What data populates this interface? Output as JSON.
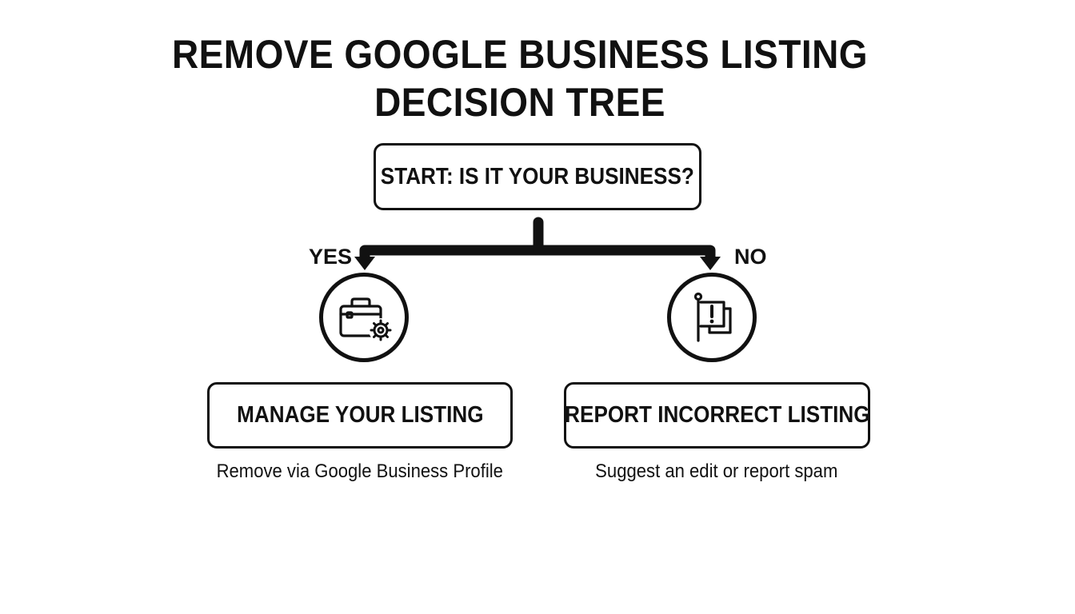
{
  "title": {
    "line1": "REMOVE GOOGLE BUSINESS LISTING",
    "line2": "DECISION TREE"
  },
  "start": {
    "label": "START: IS IT YOUR BUSINESS?"
  },
  "branches": {
    "yes": {
      "label": "YES",
      "icon": "briefcase-gear-icon",
      "box_label": "MANAGE YOUR LISTING",
      "caption": "Remove via Google Business Profile"
    },
    "no": {
      "label": "NO",
      "icon": "flag-alert-icon",
      "box_label": "REPORT INCORRECT LISTING",
      "caption": "Suggest an edit or report spam"
    }
  },
  "colors": {
    "ink": "#111111",
    "background": "#ffffff"
  }
}
